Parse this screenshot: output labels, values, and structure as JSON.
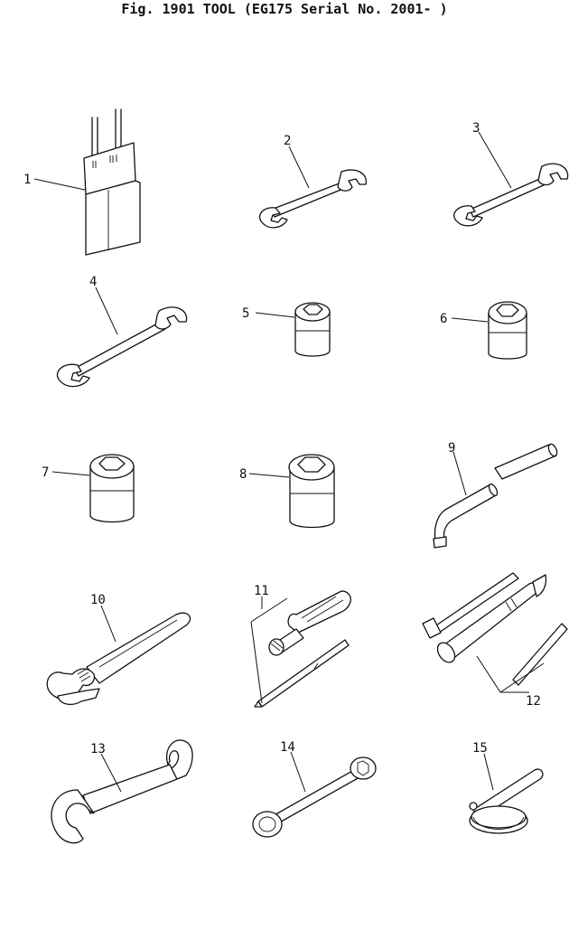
{
  "title": "Fig. 1901  TOOL  (EG175 Serial No. 2001-  )",
  "parts": [
    {
      "no": "1",
      "icon": "tool-bag-icon"
    },
    {
      "no": "2",
      "icon": "double-open-end-wrench-icon"
    },
    {
      "no": "3",
      "icon": "double-open-end-wrench-icon"
    },
    {
      "no": "4",
      "icon": "double-open-end-wrench-icon"
    },
    {
      "no": "5",
      "icon": "socket-icon"
    },
    {
      "no": "6",
      "icon": "socket-icon"
    },
    {
      "no": "7",
      "icon": "socket-icon"
    },
    {
      "no": "8",
      "icon": "socket-icon"
    },
    {
      "no": "9",
      "icon": "socket-handle-bar-icon"
    },
    {
      "no": "10",
      "icon": "adjustable-wrench-icon"
    },
    {
      "no": "11",
      "icon": "screwdriver-set-icon"
    },
    {
      "no": "12",
      "icon": "grease-gun-icon"
    },
    {
      "no": "13",
      "icon": "hook-spanner-icon"
    },
    {
      "no": "14",
      "icon": "combination-wrench-icon"
    },
    {
      "no": "15",
      "icon": "filter-wrench-icon"
    }
  ]
}
